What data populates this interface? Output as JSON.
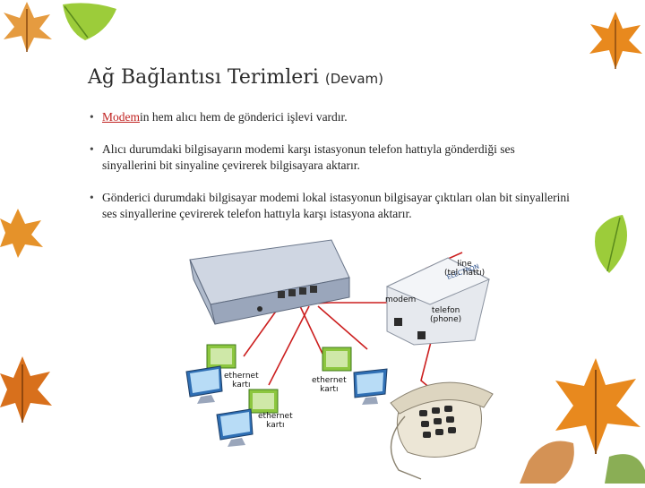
{
  "slide": {
    "title": "Ağ Bağlantısı Terimleri",
    "title_suffix": "(Devam)",
    "bullets": [
      {
        "link": "Modem",
        "rest": "in  hem alıcı hem de gönderici işlevi vardır."
      },
      {
        "text": "Alıcı durumdaki bilgisayarın modemi karşı istasyonun telefon hattıyla gönderdiği ses sinyallerini bit sinyaline çevirerek bilgisayara aktarır."
      },
      {
        "text": "Gönderici durumdaki bilgisayar modemi lokal istasyonun bilgisayar çıktıları olan bit sinyallerini ses sinyallerine çevirerek telefon hattıyla karşı istasyona aktarır."
      }
    ]
  },
  "figure": {
    "labels": {
      "line": "line\n(tel. hattı)",
      "modem": "modem",
      "telefon": "telefon\n(phone)",
      "eth1": "ethernet\nkartı",
      "eth2": "ethernet\nkartı",
      "eth3": "ethernet\nkartı",
      "device_brand": "ELECTRON"
    }
  },
  "colors": {
    "cable": "#cc1f1f",
    "leaf_green": "#8dc63f",
    "leaf_orange": "#e8891e",
    "leaf_brown": "#b5561b"
  }
}
